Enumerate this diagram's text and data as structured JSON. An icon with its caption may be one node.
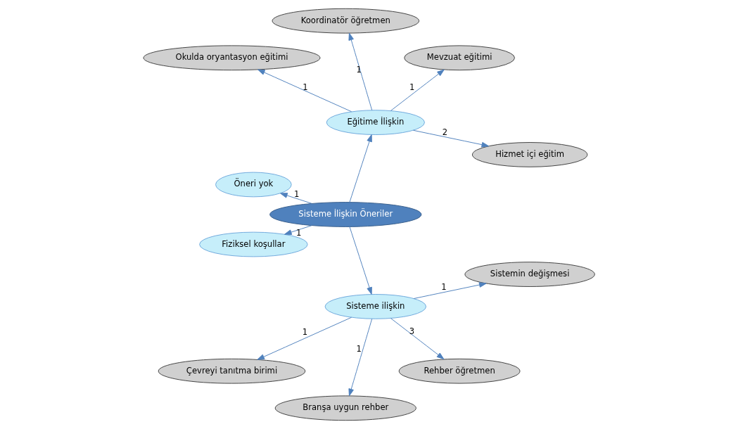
{
  "diagram": {
    "nodes": [
      {
        "text": [
          "Sisteme İlişkin Öneriler"
        ]
      },
      {
        "text": [
          "Eğitime İlişkin"
        ]
      },
      {
        "text": [
          "Öneri yok"
        ]
      },
      {
        "text": [
          "Fiziksel koşullar"
        ]
      },
      {
        "text": [
          "Sisteme ilişkin"
        ]
      },
      {
        "text": [
          "Hizmet içi eğitim"
        ]
      },
      {
        "text": [
          "Mevzuat eğitimi"
        ]
      },
      {
        "text": [
          "Koordinatör öğretmen"
        ]
      },
      {
        "text": [
          "Okulda oryantasyon eğitimi"
        ]
      },
      {
        "text": [
          "Çevreyi tanıtma birimi"
        ]
      },
      {
        "text": [
          "Branşa uygun rehber"
        ]
      },
      {
        "text": [
          "Rehber öğretmen"
        ]
      },
      {
        "text": [
          "Sistemin değişmesi"
        ]
      }
    ],
    "edges": [
      {
        "from": 0,
        "to": 1,
        "arrow": "to"
      },
      {
        "from": 0,
        "to": 2,
        "arrow": "to",
        "label": "1"
      },
      {
        "from": 0,
        "to": 3,
        "arrow": "to",
        "label": "1"
      },
      {
        "from": 0,
        "to": 4,
        "arrow": "to"
      },
      {
        "from": 1,
        "to": 5,
        "arrow": "to",
        "label": "2"
      },
      {
        "from": 1,
        "to": 6,
        "arrow": "to",
        "label": "1"
      },
      {
        "from": 1,
        "to": 7,
        "arrow": "to",
        "label": "1"
      },
      {
        "from": 1,
        "to": 8,
        "arrow": "to",
        "label": "1"
      },
      {
        "from": 4,
        "to": 9,
        "arrow": "to",
        "label": "1"
      },
      {
        "from": 4,
        "to": 10,
        "arrow": "to",
        "label": "1"
      },
      {
        "from": 4,
        "to": 11,
        "arrow": "to",
        "label": "3"
      },
      {
        "from": 4,
        "to": 12,
        "arrow": "to",
        "label": "1"
      }
    ]
  }
}
